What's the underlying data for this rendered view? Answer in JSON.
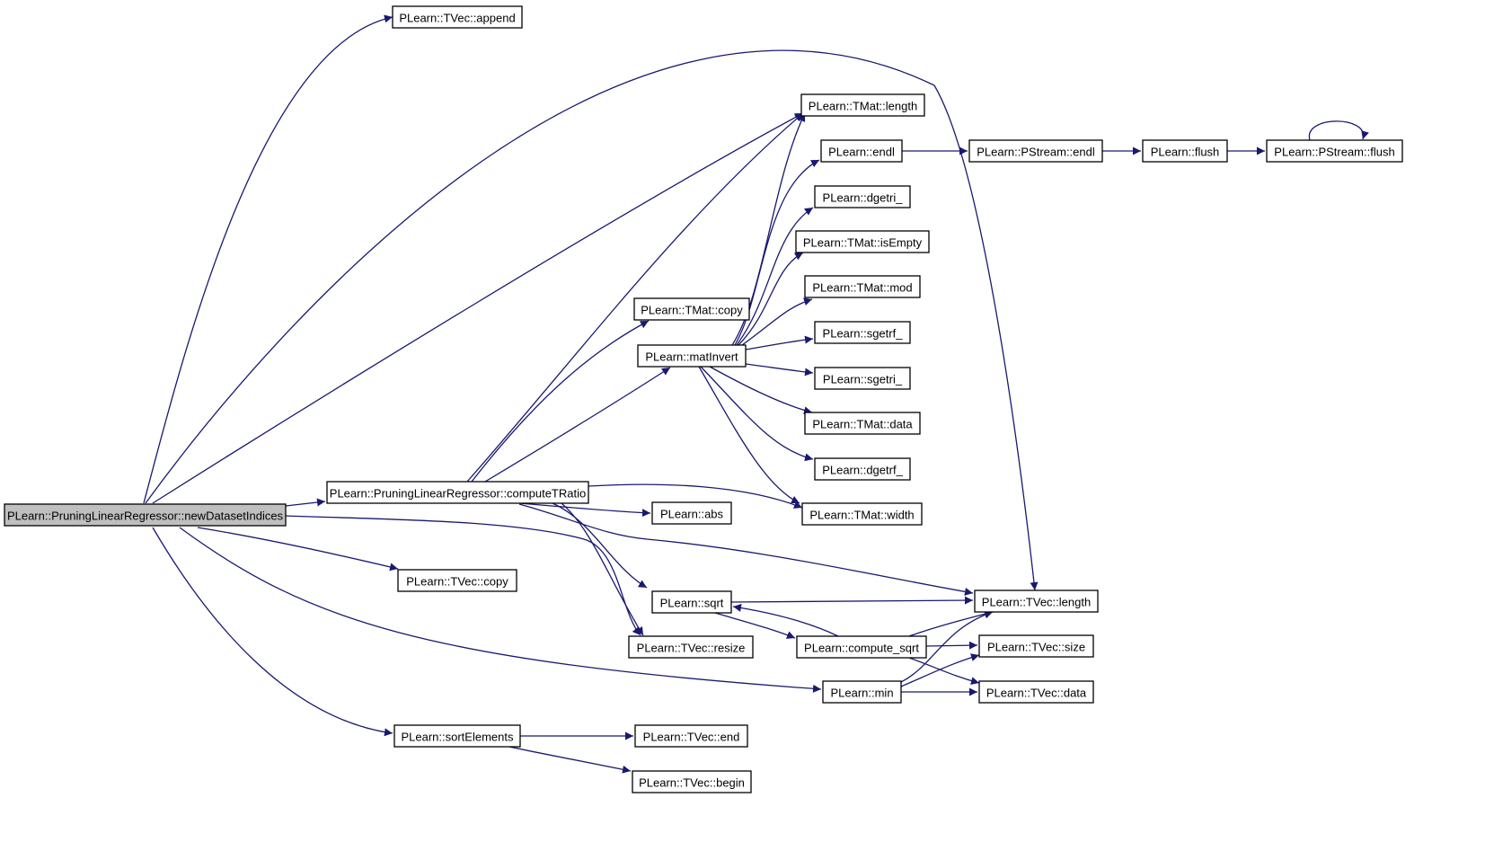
{
  "colors": {
    "edge": "#191970",
    "node_fill": "#ffffff",
    "root_fill": "#bfbfbf",
    "border": "#000000"
  },
  "nodes": {
    "root": "PLearn::PruningLinearRegressor::newDatasetIndices",
    "tvec_append": "PLearn::TVec::append",
    "compute_tratio": "PLearn::PruningLinearRegressor::computeTRatio",
    "tvec_copy": "PLearn::TVec::copy",
    "tvec_resize": "PLearn::TVec::resize",
    "min": "PLearn::min",
    "sort_elements": "PLearn::sortElements",
    "tvec_length": "PLearn::TVec::length",
    "tmat_length": "PLearn::TMat::length",
    "tmat_copy": "PLearn::TMat::copy",
    "mat_invert": "PLearn::matInvert",
    "abs": "PLearn::abs",
    "sqrt": "PLearn::sqrt",
    "tmat_width": "PLearn::TMat::width",
    "endl": "PLearn::endl",
    "dgetri": "PLearn::dgetri_",
    "tmat_isempty": "PLearn::TMat::isEmpty",
    "tmat_mod": "PLearn::TMat::mod",
    "sgetrf": "PLearn::sgetrf_",
    "sgetri": "PLearn::sgetri_",
    "tmat_data": "PLearn::TMat::data",
    "dgetrf": "PLearn::dgetrf_",
    "pstream_endl": "PLearn::PStream::endl",
    "flush": "PLearn::flush",
    "pstream_flush": "PLearn::PStream::flush",
    "compute_sqrt": "PLearn::compute_sqrt",
    "tvec_size": "PLearn::TVec::size",
    "tvec_data": "PLearn::TVec::data",
    "tvec_end": "PLearn::TVec::end",
    "tvec_begin": "PLearn::TVec::begin"
  },
  "edges": [
    [
      "root",
      "tvec_append"
    ],
    [
      "root",
      "tvec_length"
    ],
    [
      "root",
      "tmat_length"
    ],
    [
      "root",
      "compute_tratio"
    ],
    [
      "root",
      "tvec_resize"
    ],
    [
      "root",
      "tvec_copy"
    ],
    [
      "root",
      "min"
    ],
    [
      "root",
      "sort_elements"
    ],
    [
      "compute_tratio",
      "tmat_length"
    ],
    [
      "compute_tratio",
      "tmat_copy"
    ],
    [
      "compute_tratio",
      "mat_invert"
    ],
    [
      "compute_tratio",
      "tmat_width"
    ],
    [
      "compute_tratio",
      "abs"
    ],
    [
      "compute_tratio",
      "tvec_length"
    ],
    [
      "compute_tratio",
      "sqrt"
    ],
    [
      "compute_tratio",
      "tvec_resize"
    ],
    [
      "mat_invert",
      "tmat_length"
    ],
    [
      "mat_invert",
      "endl"
    ],
    [
      "mat_invert",
      "dgetri"
    ],
    [
      "mat_invert",
      "tmat_isempty"
    ],
    [
      "mat_invert",
      "tmat_mod"
    ],
    [
      "mat_invert",
      "sgetrf"
    ],
    [
      "mat_invert",
      "sgetri"
    ],
    [
      "mat_invert",
      "tmat_data"
    ],
    [
      "mat_invert",
      "dgetrf"
    ],
    [
      "mat_invert",
      "tmat_width"
    ],
    [
      "endl",
      "pstream_endl"
    ],
    [
      "pstream_endl",
      "flush"
    ],
    [
      "flush",
      "pstream_flush"
    ],
    [
      "pstream_flush",
      "pstream_flush"
    ],
    [
      "sqrt",
      "tvec_length"
    ],
    [
      "sqrt",
      "compute_sqrt"
    ],
    [
      "compute_sqrt",
      "sqrt"
    ],
    [
      "compute_sqrt",
      "tvec_length"
    ],
    [
      "compute_sqrt",
      "tvec_size"
    ],
    [
      "compute_sqrt",
      "tvec_data"
    ],
    [
      "min",
      "tvec_length"
    ],
    [
      "min",
      "tvec_size"
    ],
    [
      "min",
      "tvec_data"
    ],
    [
      "sort_elements",
      "tvec_end"
    ],
    [
      "sort_elements",
      "tvec_begin"
    ]
  ]
}
